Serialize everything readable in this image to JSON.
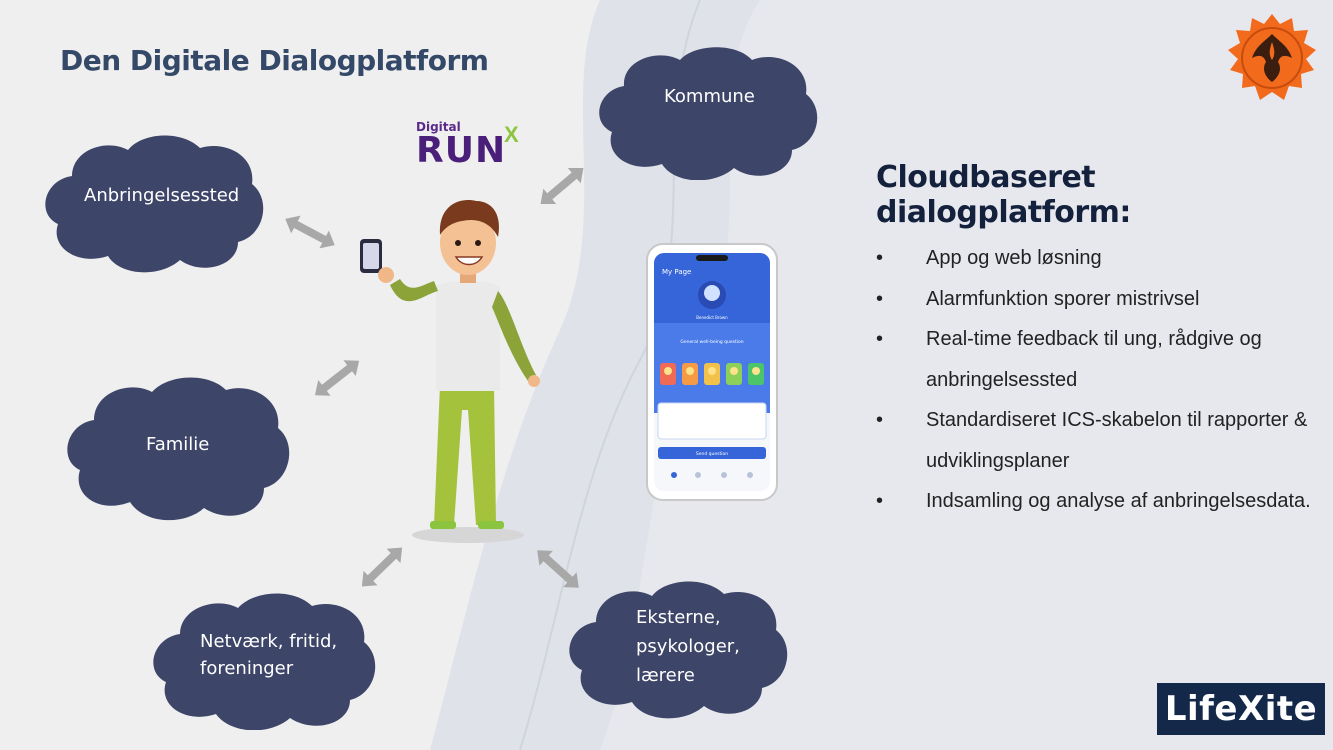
{
  "slide": {
    "title": "Den Digitale Dialogplatform"
  },
  "logo": {
    "digital": "Digital",
    "run": "RUN",
    "x_mark": "X"
  },
  "clouds": {
    "anbringelsessted": "Anbringelsessted",
    "kommune": "Kommune",
    "familie": "Familie",
    "netvaerk_line1": "Netværk, fritid,",
    "netvaerk_line2": "foreninger",
    "eksterne_line1": "Eksterne,",
    "eksterne_line2": "psykologer,",
    "eksterne_line3": "lærere"
  },
  "right": {
    "title": "Cloudbaseret dialogplatform:",
    "bullets": [
      "App og web løsning",
      "Alarmfunktion sporer mistrivsel",
      "Real-time feedback til ung, rådgive og anbringelsessted",
      "Standardiseret ICS-skabelon til rapporter & udviklingsplaner",
      "Indsamling og analyse af anbringelsesdata."
    ],
    "bullet_symbol": "•"
  },
  "phone": {
    "header": "My Page",
    "name": "Benedict Brown",
    "question_title": "General well-being question",
    "send_label": "Send question"
  },
  "brand": {
    "lifexite": "LifeXite"
  },
  "colors": {
    "cloud": "#3d4568",
    "title": "#344868",
    "right_title": "#13213d",
    "arrow": "#a8a8a8",
    "logo_orange": "#f26a1b",
    "lifexite_bg": "#14294a"
  }
}
